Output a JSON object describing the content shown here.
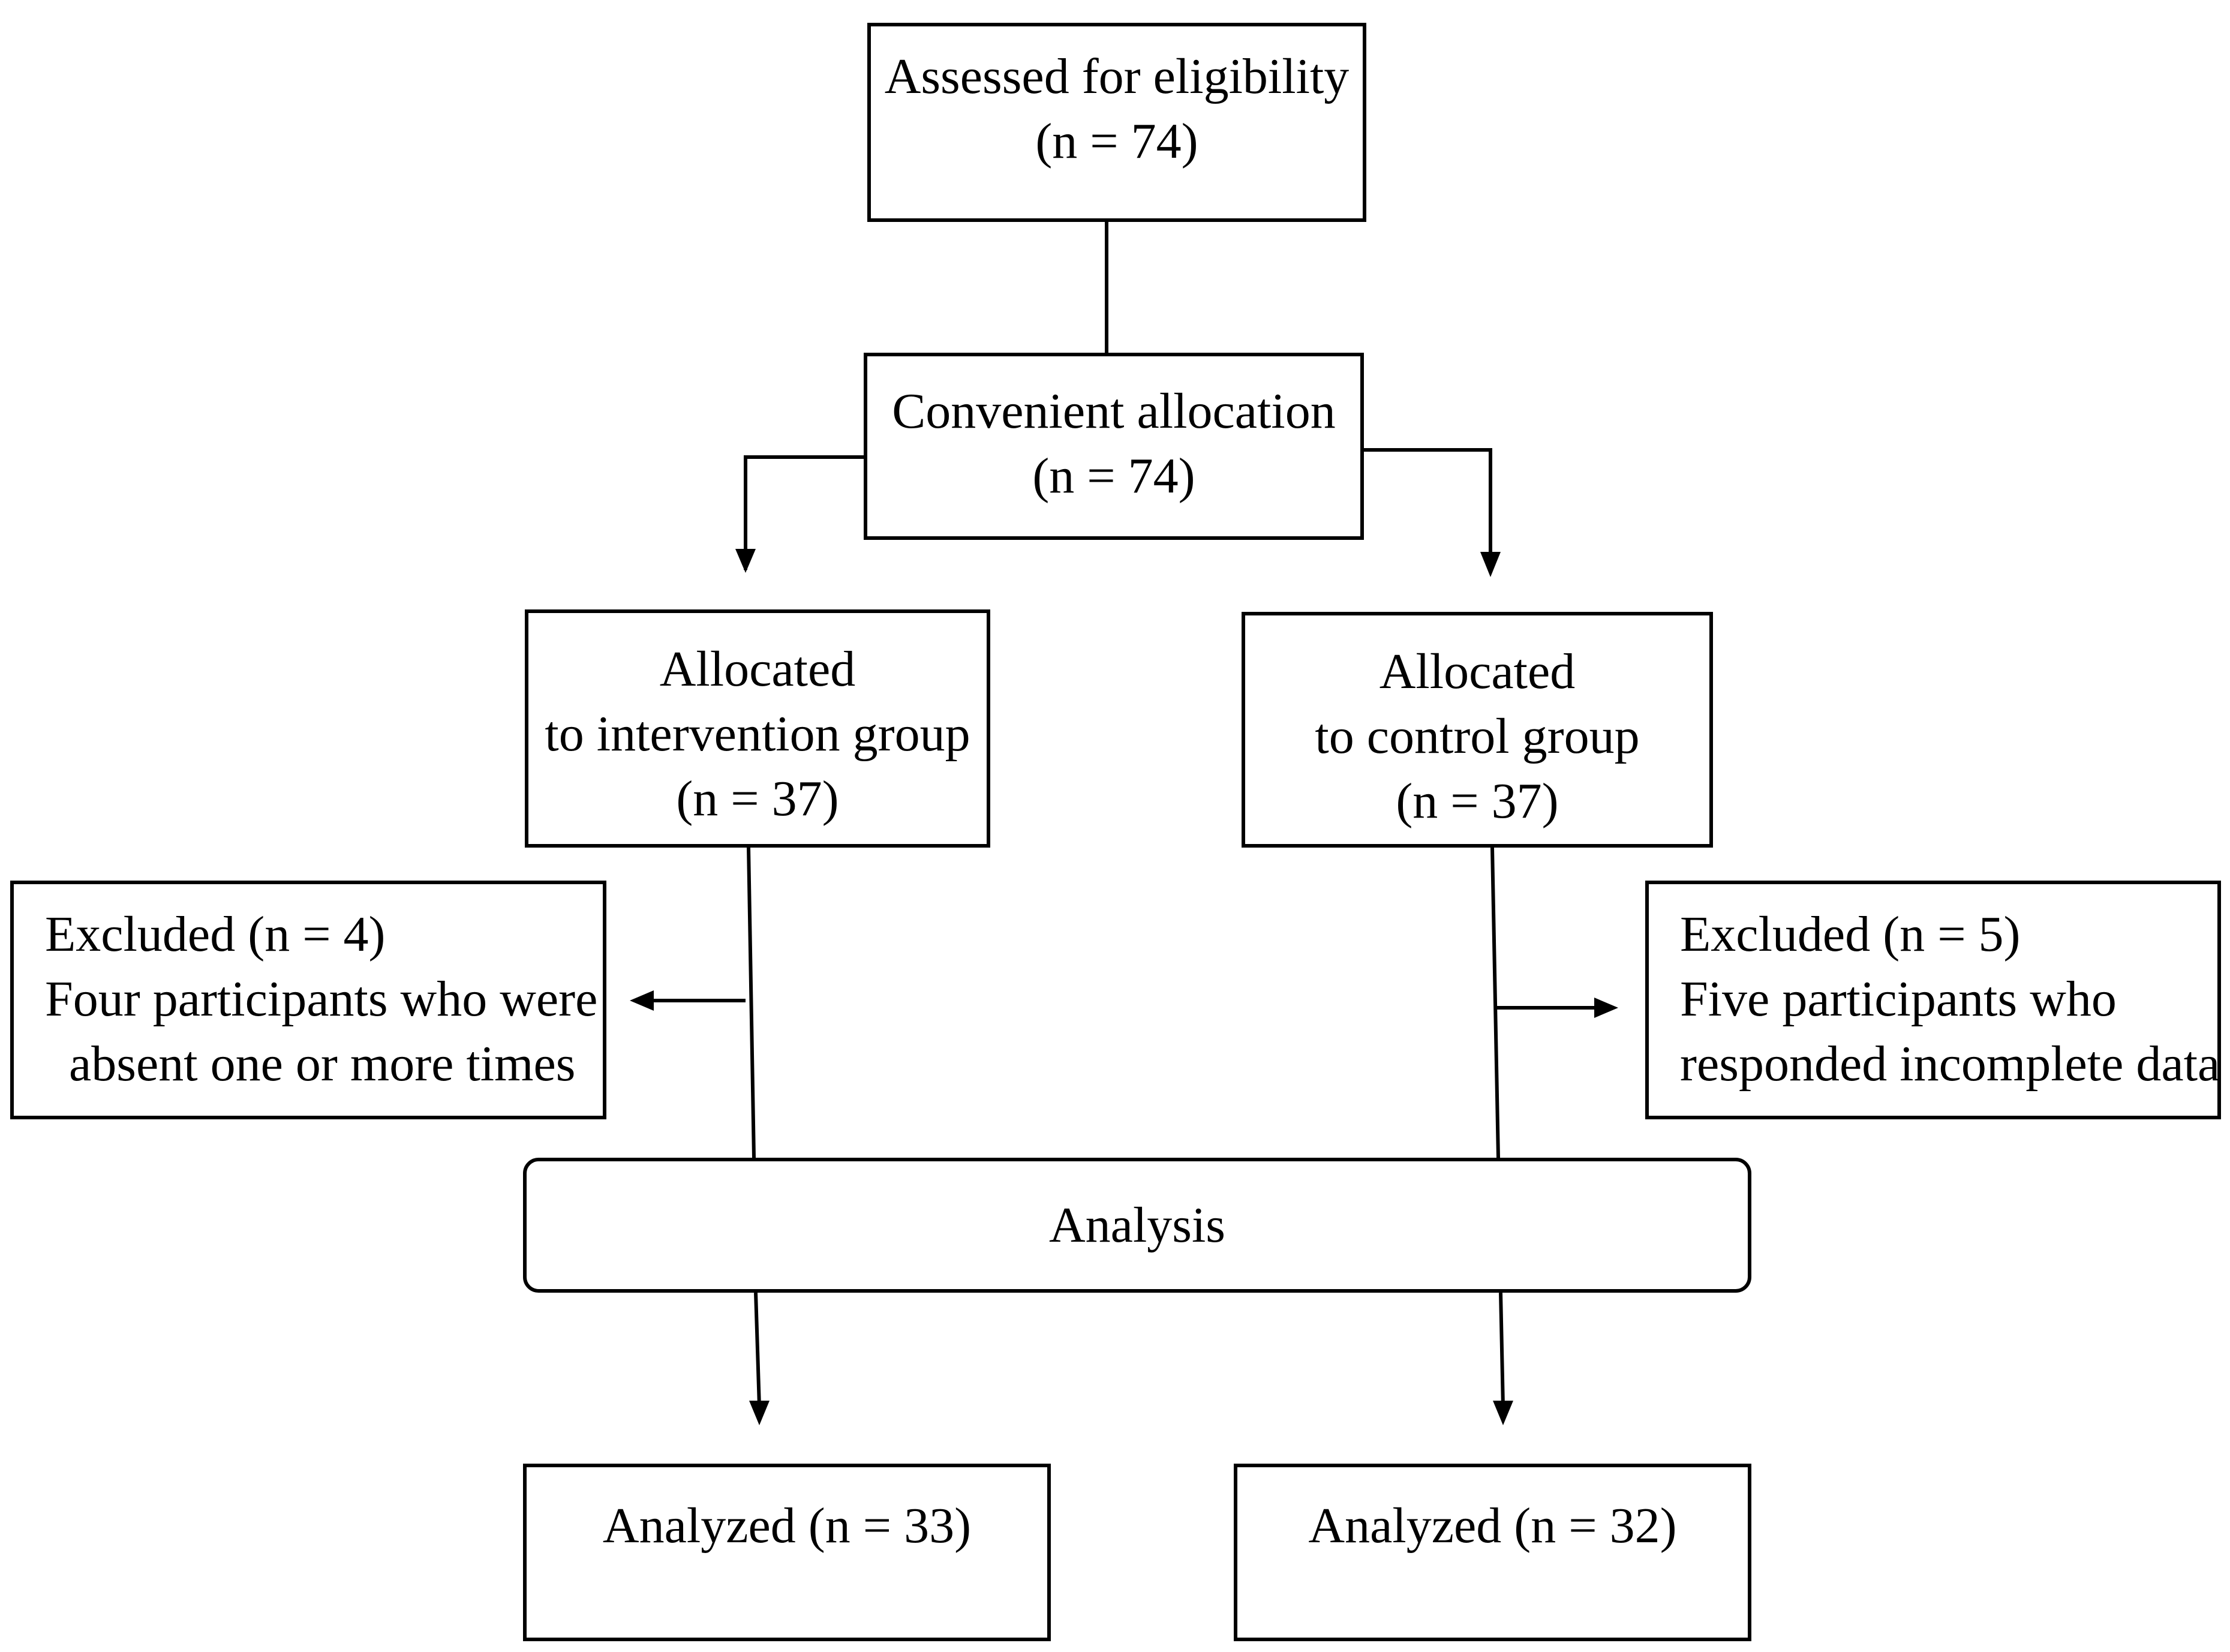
{
  "flowchart": {
    "assessed": {
      "title": "Assessed for eligibility",
      "count": "(n = 74)"
    },
    "allocation": {
      "title": "Convenient allocation",
      "count": "(n = 74)"
    },
    "intervention": {
      "line1": "Allocated",
      "line2": "to intervention group",
      "count": "(n = 37)"
    },
    "control": {
      "line1": "Allocated",
      "line2": "to control group",
      "count": "(n = 37)"
    },
    "excluded_left": {
      "heading": "Excluded (n = 4)",
      "line1": "Four participants who were",
      "line2": "absent one or more times"
    },
    "excluded_right": {
      "heading": "Excluded (n = 5)",
      "line1": "Five participants who",
      "line2": "responded incomplete data"
    },
    "analysis": {
      "label": "Analysis"
    },
    "analyzed_left": {
      "label": "Analyzed (n = 33)"
    },
    "analyzed_right": {
      "label": "Analyzed (n = 32)"
    }
  }
}
